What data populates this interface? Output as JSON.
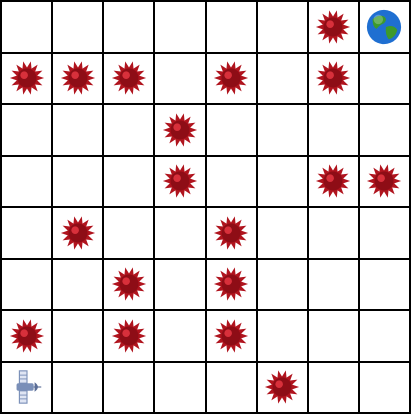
{
  "board": {
    "rows": 8,
    "cols": 8,
    "cells": [
      [
        "empty",
        "empty",
        "empty",
        "empty",
        "empty",
        "empty",
        "mine",
        "earth"
      ],
      [
        "mine",
        "mine",
        "mine",
        "empty",
        "mine",
        "empty",
        "mine",
        "empty"
      ],
      [
        "empty",
        "empty",
        "empty",
        "mine",
        "empty",
        "empty",
        "empty",
        "empty"
      ],
      [
        "empty",
        "empty",
        "empty",
        "mine",
        "empty",
        "empty",
        "mine",
        "mine"
      ],
      [
        "empty",
        "mine",
        "empty",
        "empty",
        "mine",
        "empty",
        "empty",
        "empty"
      ],
      [
        "empty",
        "empty",
        "mine",
        "empty",
        "mine",
        "empty",
        "empty",
        "empty"
      ],
      [
        "mine",
        "empty",
        "mine",
        "empty",
        "mine",
        "empty",
        "empty",
        "empty"
      ],
      [
        "satellite",
        "empty",
        "empty",
        "empty",
        "empty",
        "mine",
        "empty",
        "empty"
      ]
    ]
  },
  "icons": {
    "mine": "space-mine-icon",
    "earth": "earth-globe-icon",
    "satellite": "satellite-icon"
  },
  "colors": {
    "grid_line": "#000000",
    "mine": "#b0141e",
    "earth_ocean": "#1f6fd1",
    "earth_land": "#3d9a2c",
    "satellite": "#7a8fb8"
  }
}
